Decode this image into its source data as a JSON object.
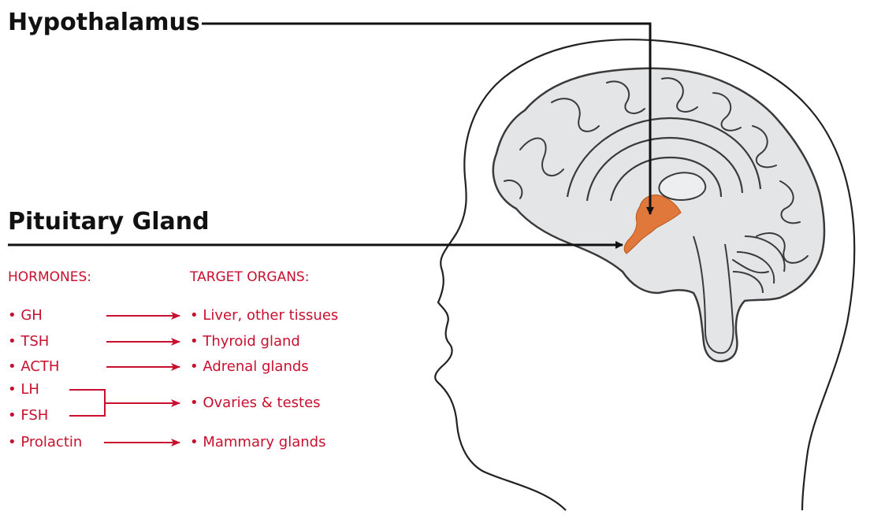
{
  "labels": {
    "hypothalamus": "Hypothalamus",
    "pituitary": "Pituitary Gland"
  },
  "columns": {
    "hormones": "HORMONES:",
    "targets": "TARGET ORGANS:"
  },
  "hormones": [
    "• GH",
    "• TSH",
    "• ACTH",
    "• LH",
    "• FSH",
    "• Prolactin"
  ],
  "targets": [
    "• Liver, other tissues",
    "• Thyroid gland",
    "• Adrenal glands",
    "• Ovaries & testes",
    "• Mammary glands"
  ],
  "colors": {
    "accent": "#c8102e",
    "ink": "#111111",
    "brain_fill": "#e4e5e7",
    "brain_stroke": "#3a3a3a",
    "gland": "#e0783c"
  }
}
